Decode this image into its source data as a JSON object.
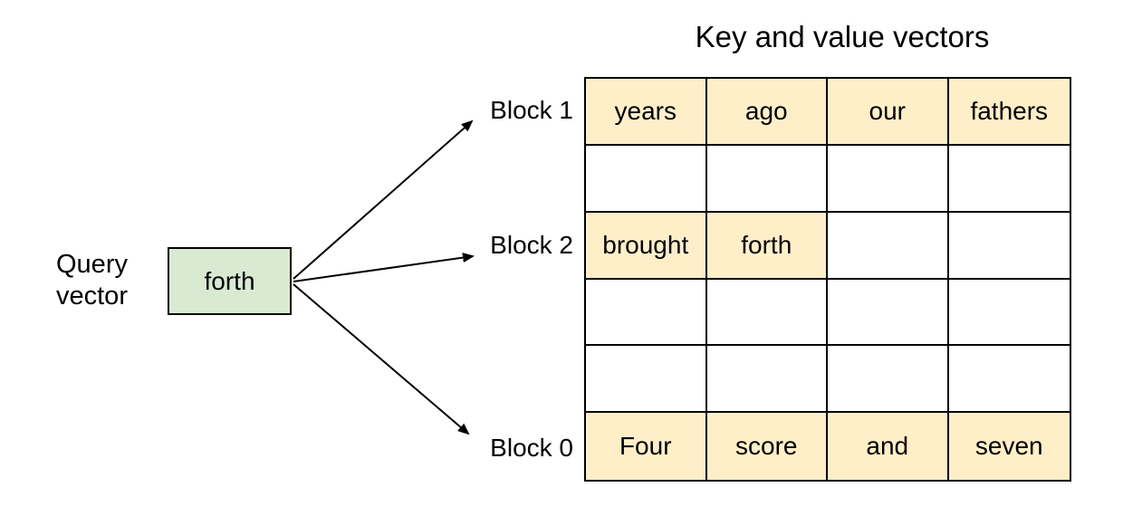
{
  "diagram": {
    "query": {
      "label": "Query vector",
      "token": "forth"
    },
    "grid": {
      "title": "Key and value vectors",
      "rows": [
        {
          "label": "Block 1",
          "cells": [
            "years",
            "ago",
            "our",
            "fathers"
          ]
        },
        {
          "label": "",
          "cells": [
            "",
            "",
            "",
            ""
          ]
        },
        {
          "label": "Block 2",
          "cells": [
            "brought",
            "forth",
            "",
            ""
          ]
        },
        {
          "label": "",
          "cells": [
            "",
            "",
            "",
            ""
          ]
        },
        {
          "label": "",
          "cells": [
            "",
            "",
            "",
            ""
          ]
        },
        {
          "label": "Block 0",
          "cells": [
            "Four",
            "score",
            "and",
            "seven"
          ]
        }
      ]
    },
    "arrows": [
      {
        "from": "forth",
        "to": "Block 1"
      },
      {
        "from": "forth",
        "to": "Block 2"
      },
      {
        "from": "forth",
        "to": "Block 0"
      }
    ],
    "colors": {
      "query_fill": "#d9ead3",
      "filled_cell_fill": "#ffefc9",
      "border": "#000000",
      "text": "#000000"
    }
  }
}
